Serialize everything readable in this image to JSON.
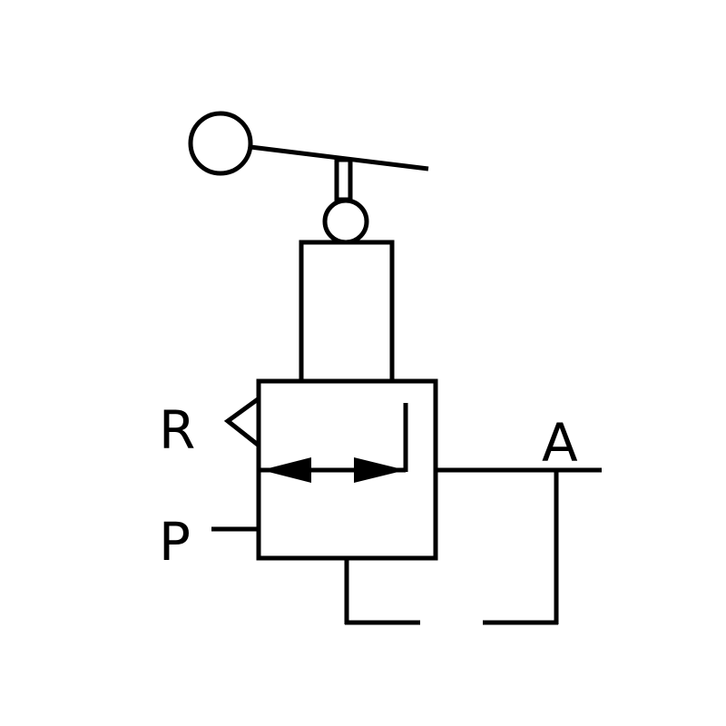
{
  "diagram": {
    "type": "pneumatic-valve-symbol",
    "ports": {
      "exhaust": "R",
      "pressure": "P",
      "output": "A"
    },
    "colors": {
      "line": "#000000",
      "background": "#ffffff"
    }
  }
}
